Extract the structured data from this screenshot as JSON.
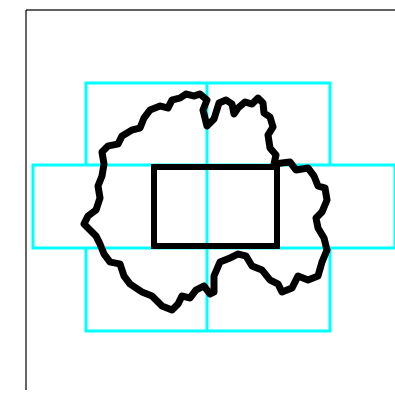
{
  "colors": {
    "background": "#ffffff",
    "frame": "#000000",
    "grid_boxes": "#00ffff",
    "blob_outline": "#000000",
    "center_rect": "#000000"
  },
  "diagram": {
    "frame": {
      "name": "frame"
    },
    "grid_rows": [
      {
        "name": "top-row",
        "cells": [
          "top-left-box",
          "top-right-box"
        ]
      },
      {
        "name": "middle-row",
        "cells": [
          "middle-band"
        ]
      },
      {
        "name": "bottom-row",
        "cells": [
          "bottom-left-box",
          "bottom-right-box"
        ]
      }
    ],
    "shapes": [
      {
        "name": "irregular-blob-outline",
        "kind": "outline"
      },
      {
        "name": "center-rectangle",
        "kind": "rectangle"
      }
    ]
  }
}
